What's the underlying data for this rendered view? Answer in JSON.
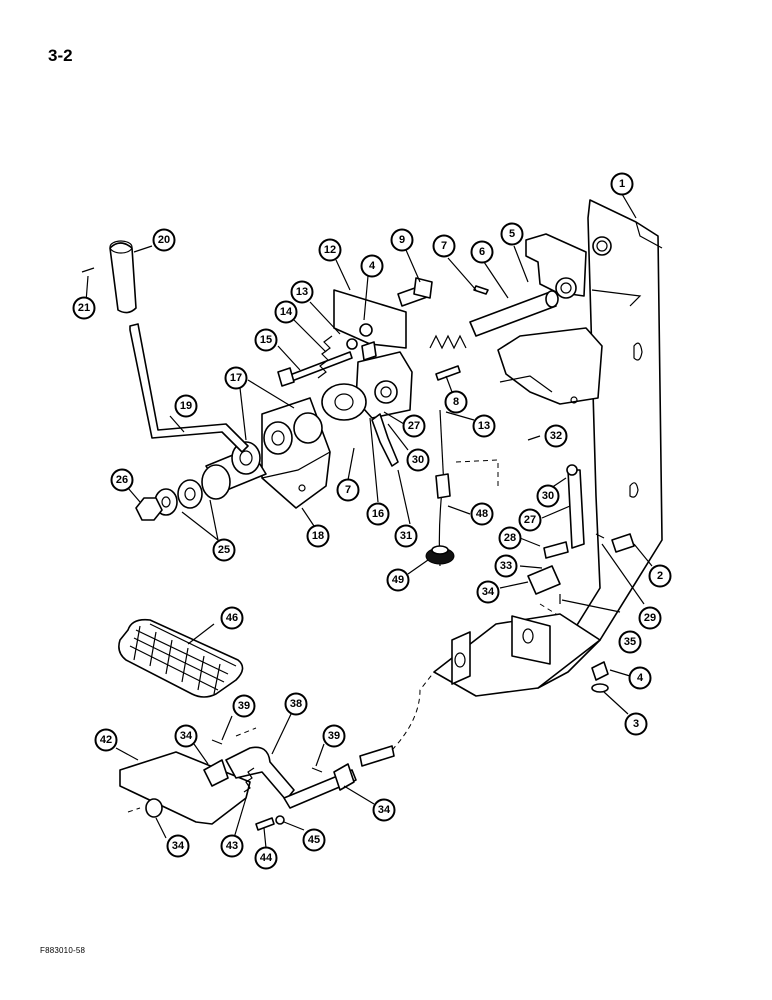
{
  "page": {
    "number": "3-2",
    "figure_code": "F883010-58"
  },
  "callouts": [
    {
      "id": "c1",
      "label": "1"
    },
    {
      "id": "c2",
      "label": "2"
    },
    {
      "id": "c3",
      "label": "3"
    },
    {
      "id": "c4a",
      "label": "4"
    },
    {
      "id": "c4b",
      "label": "4"
    },
    {
      "id": "c5",
      "label": "5"
    },
    {
      "id": "c6",
      "label": "6"
    },
    {
      "id": "c7a",
      "label": "7"
    },
    {
      "id": "c7b",
      "label": "7"
    },
    {
      "id": "c8",
      "label": "8"
    },
    {
      "id": "c9",
      "label": "9"
    },
    {
      "id": "c12",
      "label": "12"
    },
    {
      "id": "c13a",
      "label": "13"
    },
    {
      "id": "c13b",
      "label": "13"
    },
    {
      "id": "c14",
      "label": "14"
    },
    {
      "id": "c15",
      "label": "15"
    },
    {
      "id": "c16",
      "label": "16"
    },
    {
      "id": "c17",
      "label": "17"
    },
    {
      "id": "c18",
      "label": "18"
    },
    {
      "id": "c19",
      "label": "19"
    },
    {
      "id": "c20",
      "label": "20"
    },
    {
      "id": "c21",
      "label": "21"
    },
    {
      "id": "c25",
      "label": "25"
    },
    {
      "id": "c26",
      "label": "26"
    },
    {
      "id": "c27a",
      "label": "27"
    },
    {
      "id": "c27b",
      "label": "27"
    },
    {
      "id": "c28",
      "label": "28"
    },
    {
      "id": "c29",
      "label": "29"
    },
    {
      "id": "c30a",
      "label": "30"
    },
    {
      "id": "c30b",
      "label": "30"
    },
    {
      "id": "c31",
      "label": "31"
    },
    {
      "id": "c32",
      "label": "32"
    },
    {
      "id": "c33",
      "label": "33"
    },
    {
      "id": "c34a",
      "label": "34"
    },
    {
      "id": "c34b",
      "label": "34"
    },
    {
      "id": "c34c",
      "label": "34"
    },
    {
      "id": "c34d",
      "label": "34"
    },
    {
      "id": "c35",
      "label": "35"
    },
    {
      "id": "c38",
      "label": "38"
    },
    {
      "id": "c39a",
      "label": "39"
    },
    {
      "id": "c39b",
      "label": "39"
    },
    {
      "id": "c42",
      "label": "42"
    },
    {
      "id": "c43",
      "label": "43"
    },
    {
      "id": "c44",
      "label": "44"
    },
    {
      "id": "c45",
      "label": "45"
    },
    {
      "id": "c46",
      "label": "46"
    },
    {
      "id": "c48",
      "label": "48"
    },
    {
      "id": "c49",
      "label": "49"
    }
  ]
}
